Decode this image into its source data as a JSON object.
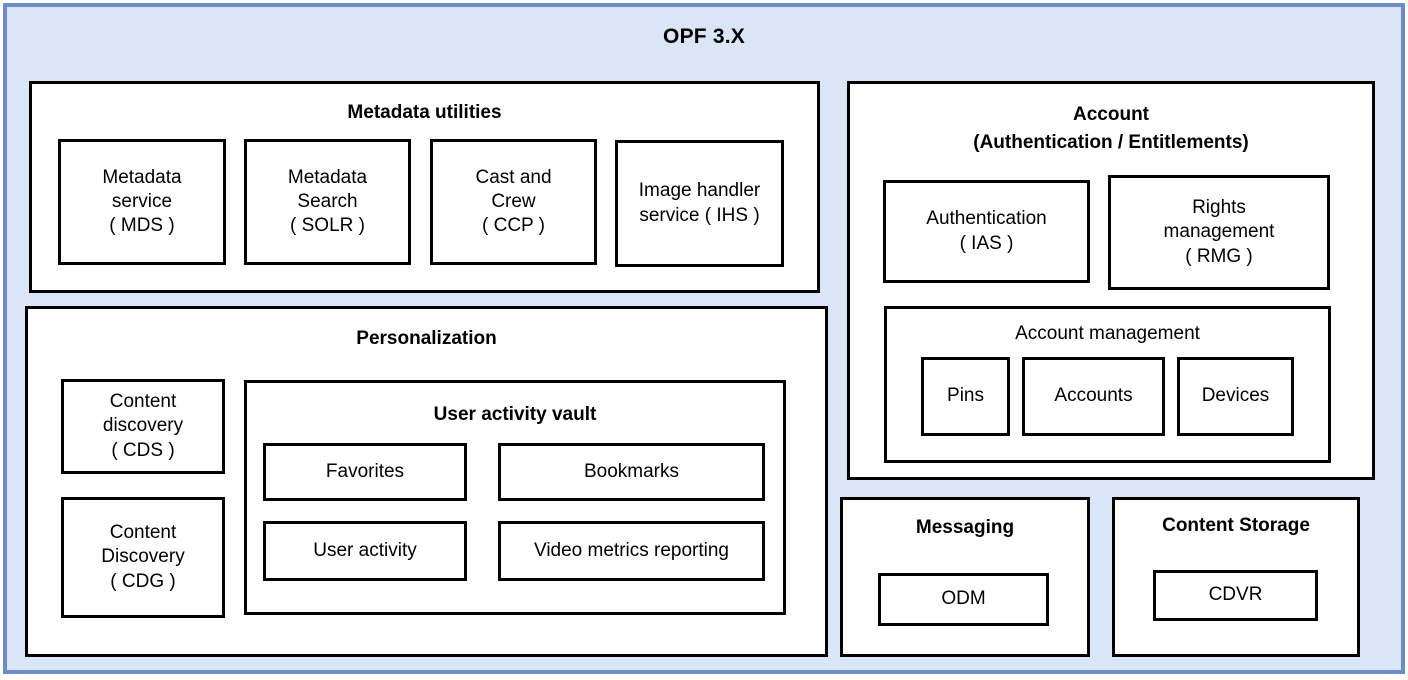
{
  "diagram": {
    "title": "OPF 3.X",
    "colors": {
      "frame_border": "#6d8dc4",
      "frame_background": "#dae6f8",
      "box_border": "#000000",
      "box_background": "#ffffff",
      "text": "#000000"
    },
    "groups": {
      "metadata_utilities": {
        "title": "Metadata utilities",
        "nodes": [
          {
            "label": "Metadata\nservice\n( MDS )"
          },
          {
            "label": "Metadata\nSearch\n( SOLR )"
          },
          {
            "label": "Cast and\nCrew\n( CCP )"
          },
          {
            "label": "Image handler\nservice ( IHS )"
          }
        ]
      },
      "personalization": {
        "title": "Personalization",
        "nodes": [
          {
            "label": "Content\ndiscovery\n( CDS )"
          },
          {
            "label": "Content\nDiscovery\n( CDG )"
          }
        ],
        "user_activity_vault": {
          "title": "User activity vault",
          "nodes": [
            {
              "label": "Favorites"
            },
            {
              "label": "Bookmarks"
            },
            {
              "label": "User activity"
            },
            {
              "label": "Video metrics reporting"
            }
          ]
        }
      },
      "account": {
        "title": "Account\n(Authentication / Entitlements)",
        "nodes": [
          {
            "label": "Authentication\n( IAS )"
          },
          {
            "label": "Rights\nmanagement\n( RMG )"
          }
        ],
        "account_management": {
          "title": "Account management",
          "nodes": [
            {
              "label": "Pins"
            },
            {
              "label": "Accounts"
            },
            {
              "label": "Devices"
            }
          ]
        }
      },
      "messaging": {
        "title": "Messaging",
        "nodes": [
          {
            "label": "ODM"
          }
        ]
      },
      "content_storage": {
        "title": "Content Storage",
        "nodes": [
          {
            "label": "CDVR"
          }
        ]
      }
    }
  }
}
